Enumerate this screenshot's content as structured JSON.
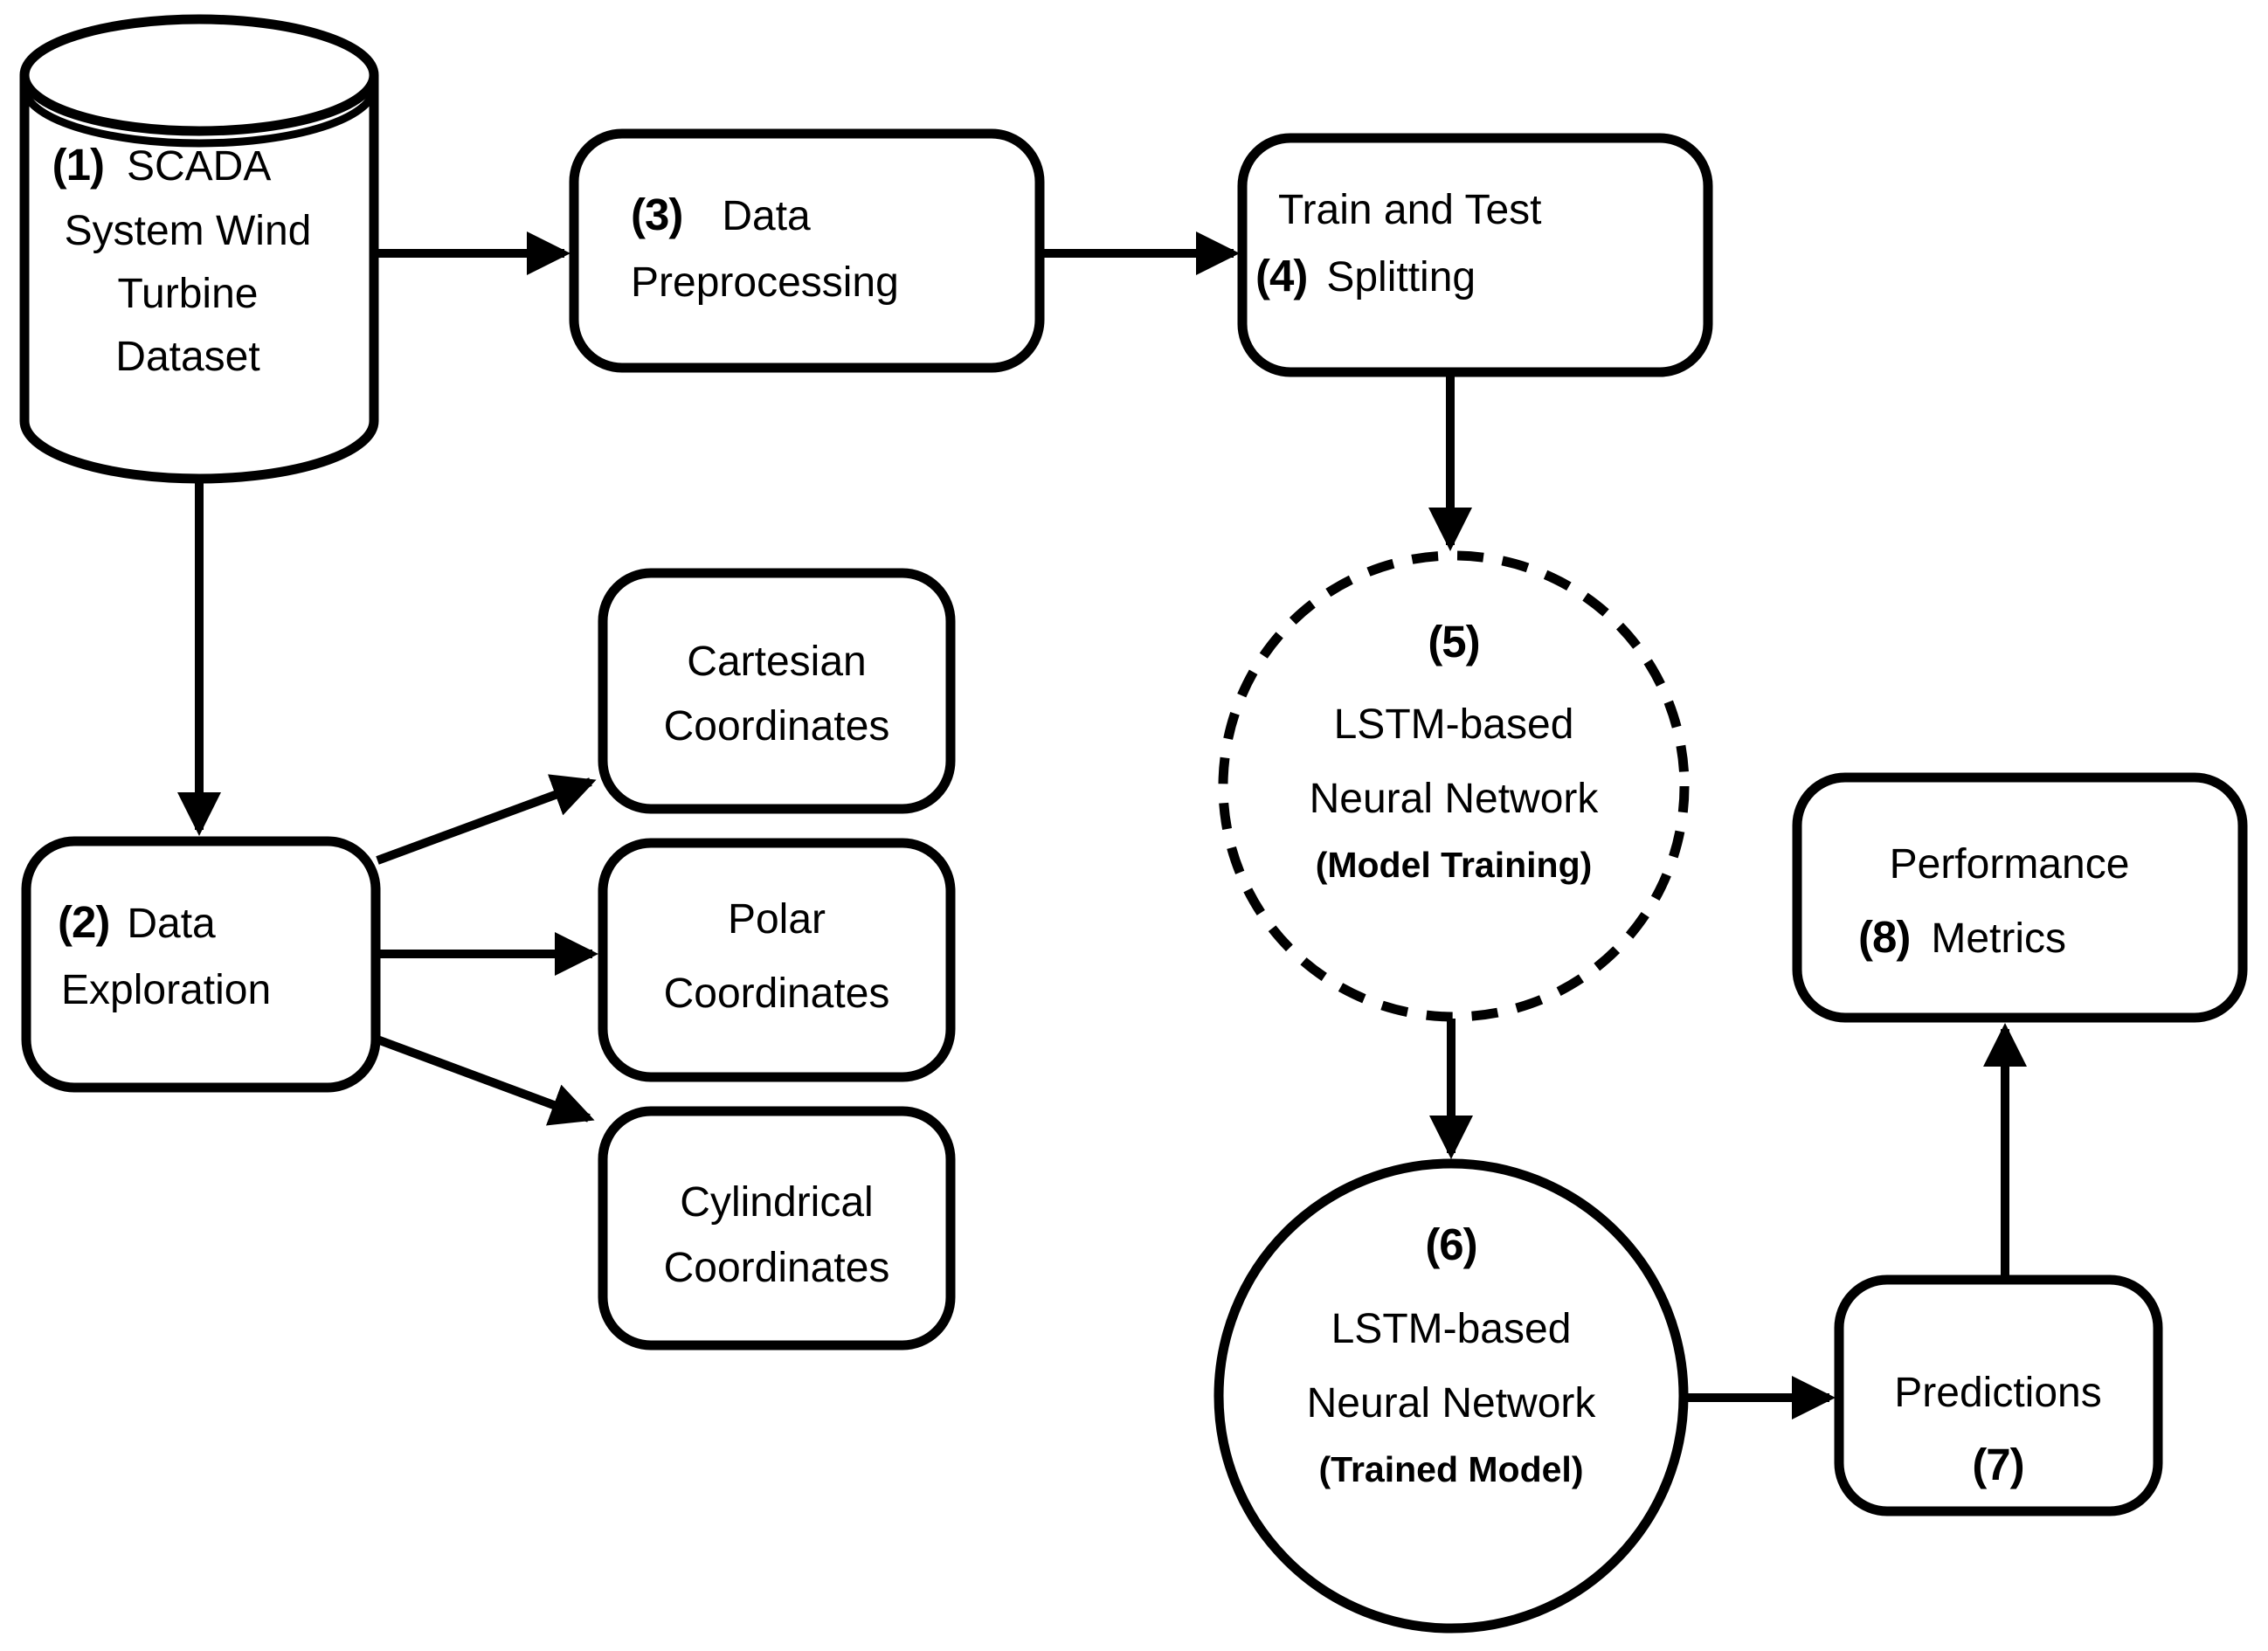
{
  "figure": {
    "background": "#ffffff",
    "stroke_color": "#000000",
    "text_color": "#000000"
  },
  "nodes": {
    "scada_dataset": {
      "shape": "cylinder",
      "number": "(1)",
      "name": "SCADA",
      "line2": "System Wind",
      "line3": "Turbine",
      "line4": "Dataset"
    },
    "data_preprocessing": {
      "shape": "rounded-rect",
      "number": "(3)",
      "line1": "Data",
      "line2": "Preprocessing"
    },
    "train_test_splitting": {
      "shape": "rounded-rect",
      "line1": "Train and Test",
      "number": "(4)",
      "line2": "Splitting"
    },
    "data_exploration": {
      "shape": "rounded-rect",
      "number": "(2)",
      "line1": "Data",
      "line2": "Exploration"
    },
    "cartesian_coordinates": {
      "shape": "rounded-rect",
      "line1": "Cartesian",
      "line2": "Coordinates"
    },
    "polar_coordinates": {
      "shape": "rounded-rect",
      "line1": "Polar",
      "line2": "Coordinates"
    },
    "cylindrical_coordinates": {
      "shape": "rounded-rect",
      "line1": "Cylindrical",
      "line2": "Coordinates"
    },
    "lstm_model_training": {
      "shape": "dashed-circle",
      "number": "(5)",
      "line1": "LSTM-based",
      "line2": "Neural Network",
      "line3": "(Model Training)"
    },
    "lstm_trained_model": {
      "shape": "circle",
      "number": "(6)",
      "line1": "LSTM-based",
      "line2": "Neural Network",
      "line3": "(Trained Model)"
    },
    "predictions": {
      "shape": "rounded-rect",
      "line1": "Predictions",
      "number": "(7)"
    },
    "performance_metrics": {
      "shape": "rounded-rect",
      "line1": "Performance",
      "number": "(8)",
      "line2": "Metrics"
    }
  },
  "edges": [
    {
      "from": "scada_dataset",
      "to": "data_preprocessing"
    },
    {
      "from": "data_preprocessing",
      "to": "train_test_splitting"
    },
    {
      "from": "train_test_splitting",
      "to": "lstm_model_training"
    },
    {
      "from": "scada_dataset",
      "to": "data_exploration"
    },
    {
      "from": "data_exploration",
      "to": "cartesian_coordinates"
    },
    {
      "from": "data_exploration",
      "to": "polar_coordinates"
    },
    {
      "from": "data_exploration",
      "to": "cylindrical_coordinates"
    },
    {
      "from": "lstm_model_training",
      "to": "lstm_trained_model"
    },
    {
      "from": "lstm_trained_model",
      "to": "predictions"
    },
    {
      "from": "predictions",
      "to": "performance_metrics"
    }
  ]
}
